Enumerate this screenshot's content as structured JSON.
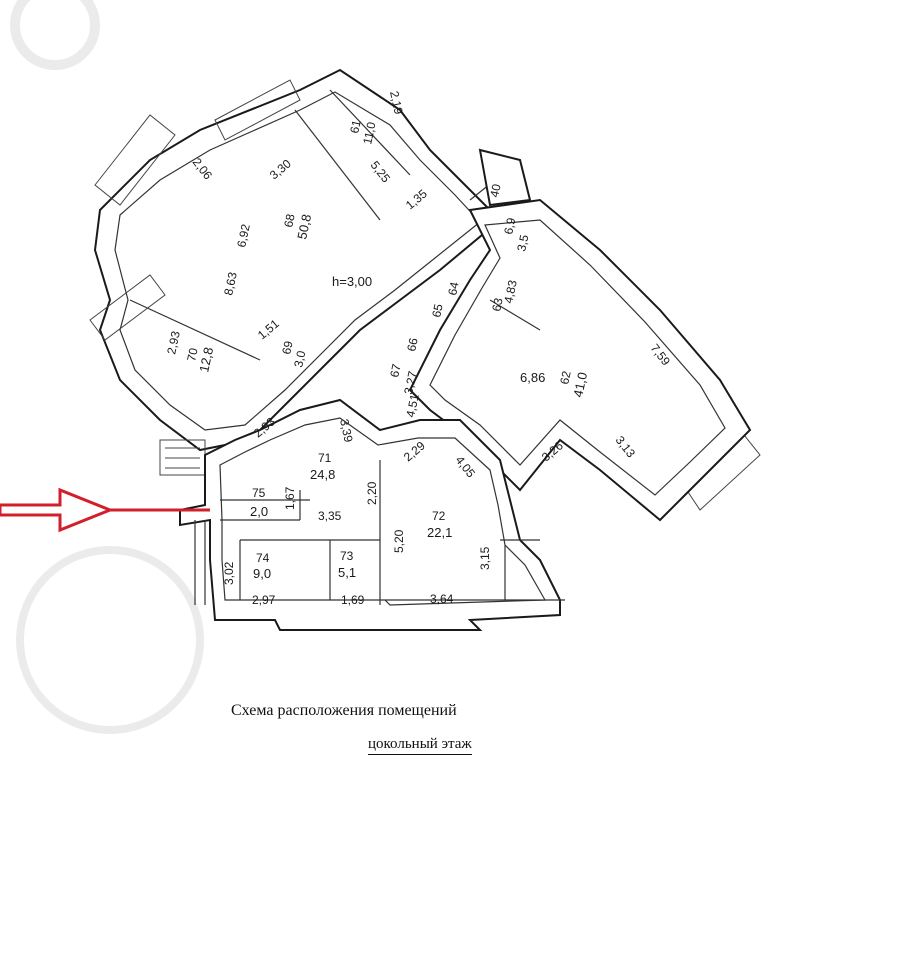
{
  "plan": {
    "ceiling_height": "h=3,00",
    "rooms": [
      {
        "id": "r71",
        "number": "71",
        "area": "24,8"
      },
      {
        "id": "r72",
        "number": "72",
        "area": "22,1"
      },
      {
        "id": "r73",
        "number": "73",
        "area": "5,1"
      },
      {
        "id": "r74",
        "number": "74",
        "area": "9,0"
      },
      {
        "id": "r75",
        "number": "75",
        "area": "2,0"
      },
      {
        "id": "r68",
        "number": "68",
        "area": "50,8"
      },
      {
        "id": "r62",
        "number": "62",
        "area": "41,0"
      },
      {
        "id": "r70",
        "number": "70",
        "area": "12,8"
      },
      {
        "id": "r61",
        "number": "61",
        "area": "11,0"
      },
      {
        "id": "r69",
        "number": "69",
        "area": "3,0"
      },
      {
        "id": "r63",
        "number": "63",
        "area": "4,83"
      }
    ],
    "dimensions": [
      "3,35",
      "2,20",
      "5,20",
      "3,64",
      "3,02",
      "2,97",
      "1,69",
      "3,15",
      "1,67",
      "3,39",
      "2,93",
      "2,29",
      "4,05",
      "4,51",
      "3,27",
      "6,86",
      "7,59",
      "3,26",
      "3,13",
      "6,92",
      "8,63",
      "3,30",
      "2,06",
      "1,35",
      "5,25",
      "2,19",
      "1,51",
      "2,93",
      "40",
      "65",
      "64",
      "66",
      "67",
      "3,5",
      "6,9"
    ],
    "entrance_arrow_color": "#d21f2b"
  },
  "caption": {
    "line1": "Схема расположения помещений",
    "line2": "цокольный этаж"
  }
}
